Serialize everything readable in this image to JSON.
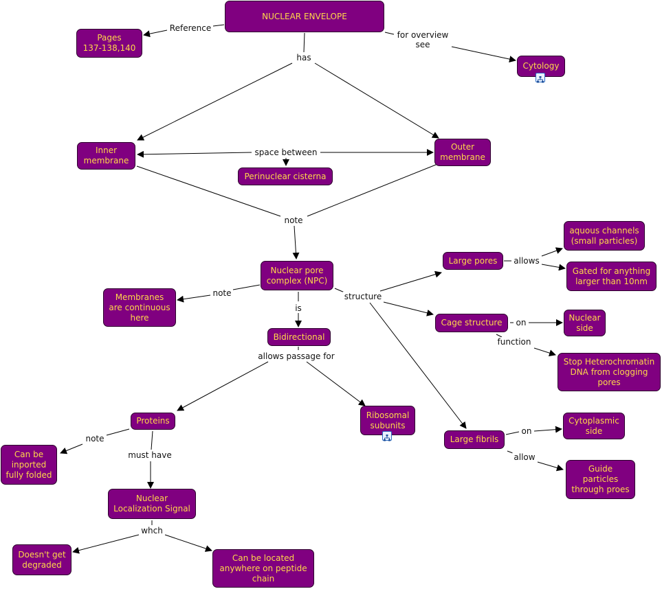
{
  "map_title": "NUCLEAR ENVELOPE",
  "colors": {
    "node_fill": "#800080",
    "node_text": "#ffd84a",
    "link_text": "#111111",
    "line": "#000000"
  },
  "nodes": {
    "nuclear_envelope": "NUCLEAR ENVELOPE",
    "pages": "Pages\n137-138,140",
    "cytology": "Cytology",
    "inner_membrane": "Inner\nmembrane",
    "outer_membrane": "Outer\nmembrane",
    "perinuclear_cisterna": "Perinuclear cisterna",
    "npc": "Nuclear pore\ncomplex (NPC)",
    "membranes_continuous": "Membranes\nare continuous\nhere",
    "bidirectional": "Bidirectional",
    "large_pores": "Large pores",
    "aquous_channels": "aquous channels\n(small particles)",
    "gated": "Gated for anything\nlarger than 10nm",
    "cage_structure": "Cage structure",
    "nuclear_side": "Nuclear\nside",
    "stop_heterochromatin": "Stop Heterochromatin\nDNA from  clogging\npores",
    "large_fibrils": "Large fibrils",
    "cytoplasmic_side": "Cytoplasmic\nside",
    "guide_particles": "Guide\nparticles\nthrough proes",
    "proteins": "Proteins",
    "ribosomal_subunits": "Ribosomal\nsubunits",
    "inported_folded": "Can be\ninported\nfully folded",
    "nls": "Nuclear\nLocalization Signal",
    "not_degraded": "Doesn't get\ndegraded",
    "located_anywhere": "Can be located\nanywhere on peptide\nchain"
  },
  "links": {
    "reference": "Reference",
    "for_overview_see": "for overview\nsee",
    "has": "has",
    "space_between": "space between",
    "note_membranes": "note",
    "note_npc": "note",
    "is": "is",
    "structure": "structure",
    "allows_pores": "allows",
    "on_cage": "on",
    "function": "function",
    "on_fibrils": "on",
    "allow_fibrils": "allow",
    "allows_passage_for": "allows passage for",
    "note_proteins": "note",
    "must_have": "must have",
    "whch": "whch"
  },
  "icons": {
    "cytology": "submap-icon",
    "ribosomal_subunits": "submap-icon"
  }
}
